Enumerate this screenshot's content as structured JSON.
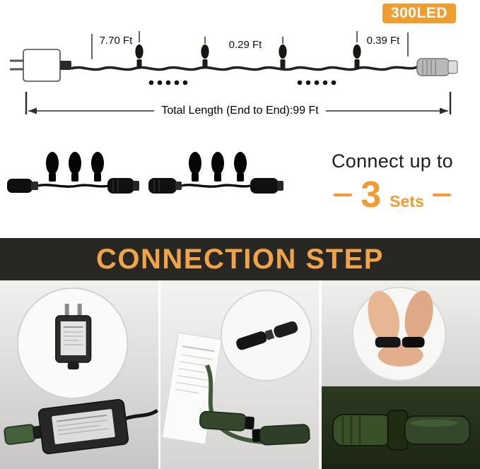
{
  "colors": {
    "accent_orange": "#f49a33",
    "badge_orange": "#ef9d2f",
    "banner_background": "#292724",
    "banner_text": "#f0a44a",
    "cable_green": "#3c543a"
  },
  "badge": {
    "label": "300LED"
  },
  "length_diagram": {
    "lead_length": "7.70 Ft",
    "bulb_spacing": "0.29 Ft",
    "end_spacing": "0.39 Ft",
    "total_length": "Total Length (End to End):99 Ft"
  },
  "connect_info": {
    "line1": "Connect up to",
    "number": "3",
    "unit": "Sets"
  },
  "banner": {
    "title": "CONNECTION STEP"
  },
  "photos": [
    {
      "icon": "adapter-plug-photo"
    },
    {
      "icon": "cable-connectors-photo"
    },
    {
      "icon": "hands-connecting-photo"
    }
  ]
}
